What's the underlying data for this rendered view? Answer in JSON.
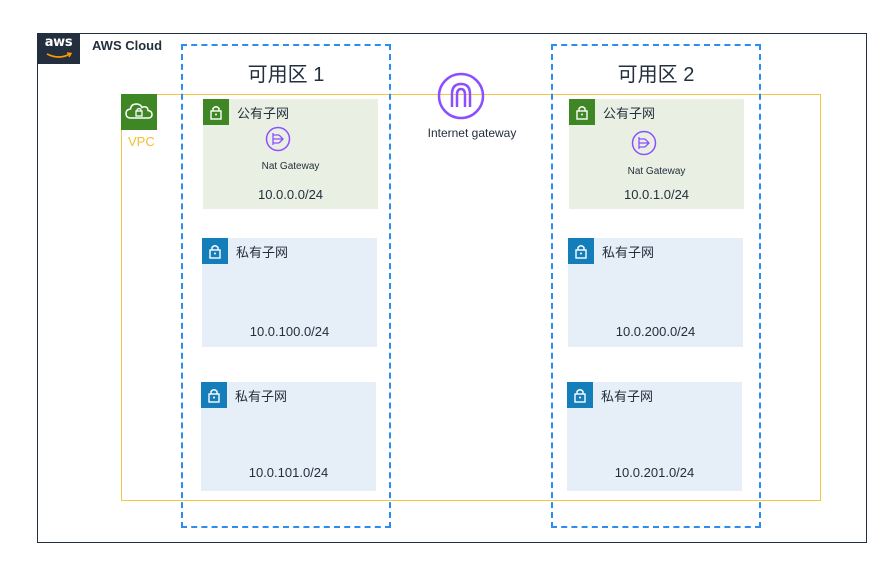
{
  "cloud": {
    "label": "AWS Cloud",
    "logo_text": "aws"
  },
  "vpc": {
    "label": "VPC"
  },
  "internet_gateway": {
    "label": "Internet gateway"
  },
  "zones": [
    {
      "title": "可用区 1",
      "subnets": [
        {
          "kind": "public",
          "label": "公有子网",
          "nat_label": "Nat Gateway",
          "cidr": "10.0.0.0/24"
        },
        {
          "kind": "private",
          "label": "私有子网",
          "cidr": "10.0.100.0/24"
        },
        {
          "kind": "private",
          "label": "私有子网",
          "cidr": "10.0.101.0/24"
        }
      ]
    },
    {
      "title": "可用区 2",
      "subnets": [
        {
          "kind": "public",
          "label": "公有子网",
          "nat_label": "Nat Gateway",
          "cidr": "10.0.1.0/24"
        },
        {
          "kind": "private",
          "label": "私有子网",
          "cidr": "10.0.200.0/24"
        },
        {
          "kind": "private",
          "label": "私有子网",
          "cidr": "10.0.201.0/24"
        }
      ]
    }
  ],
  "colors": {
    "public_subnet_bg": "#e9f0e3",
    "private_subnet_bg": "#e6eff7",
    "public_lock": "#3f8624",
    "private_lock": "#147eba",
    "vpc_border": "#f5c443",
    "az_border": "#2d8cf0",
    "gateway_purple": "#8c4fff"
  }
}
